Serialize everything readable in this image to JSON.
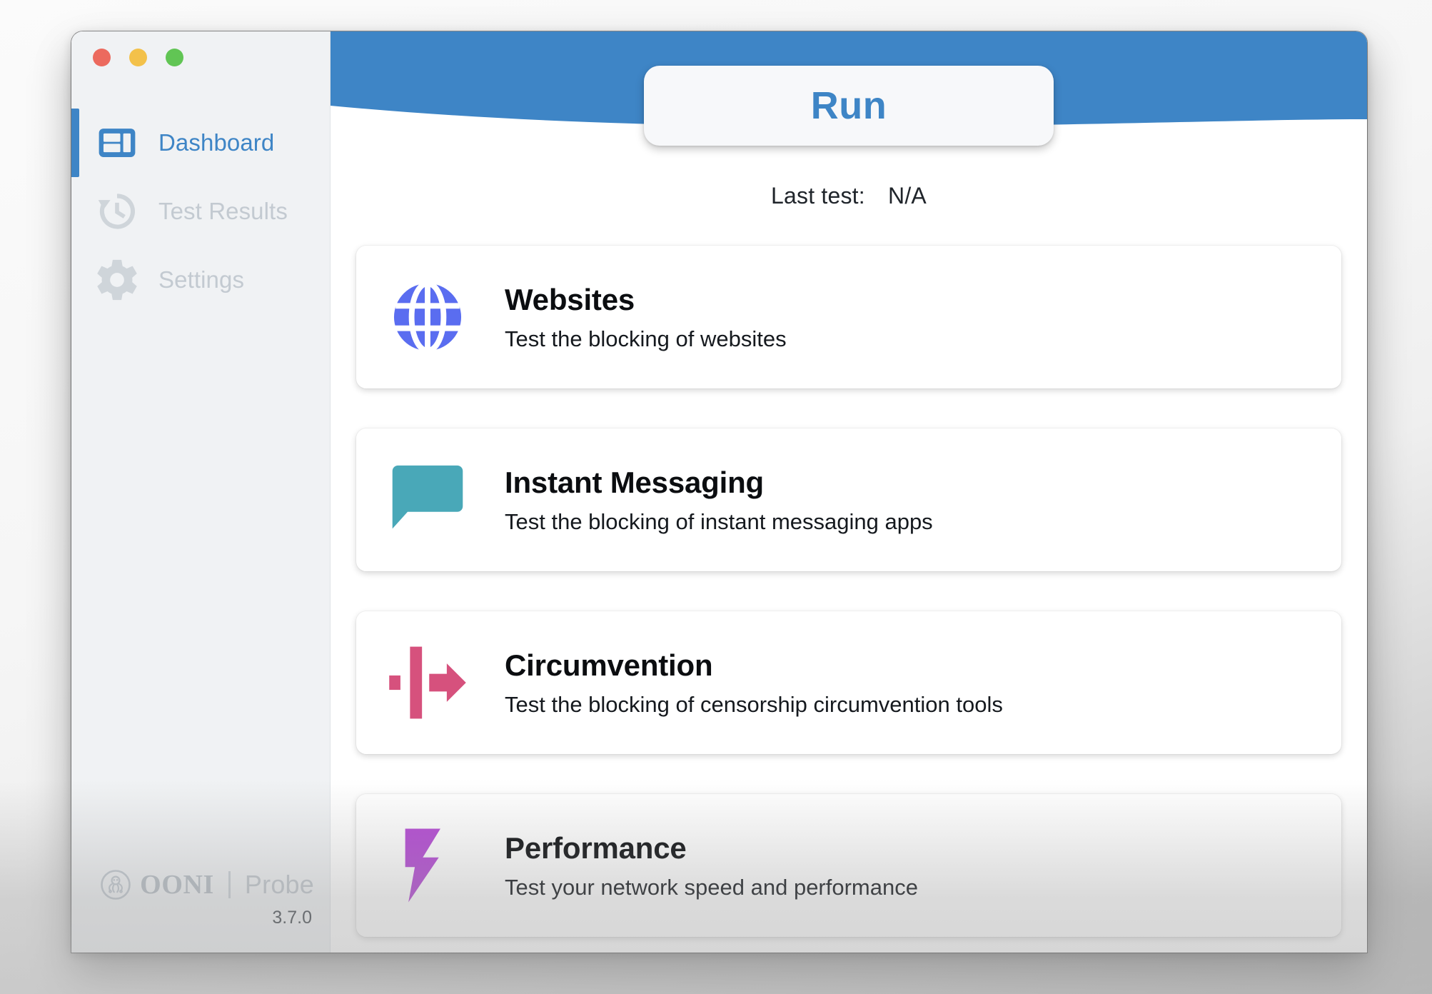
{
  "window": {
    "traffic_lights": [
      {
        "name": "close",
        "color": "#ec6a5e"
      },
      {
        "name": "minimize",
        "color": "#f3c14a"
      },
      {
        "name": "zoom",
        "color": "#61c554"
      }
    ]
  },
  "sidebar": {
    "items": [
      {
        "label": "Dashboard",
        "icon": "dashboard-icon",
        "active": true
      },
      {
        "label": "Test Results",
        "icon": "history-clock-icon",
        "active": false
      },
      {
        "label": "Settings",
        "icon": "gear-icon",
        "active": false
      }
    ],
    "footer": {
      "logo_mark": "ooni-octopus-icon",
      "brand": "OONI",
      "product": "Probe",
      "version": "3.7.0"
    }
  },
  "header": {
    "run_label": "Run",
    "last_test_label": "Last test:",
    "last_test_value": "N/A",
    "background_color": "#3e85c6",
    "run_text_color": "#3e85c6"
  },
  "cards": [
    {
      "title": "Websites",
      "description": "Test the blocking of websites",
      "icon": "globe-icon",
      "color": "#5a6df0"
    },
    {
      "title": "Instant Messaging",
      "description": "Test the blocking of instant messaging apps",
      "icon": "chat-bubble-icon",
      "color": "#49a8b8"
    },
    {
      "title": "Circumvention",
      "description": "Test the blocking of censorship circumvention tools",
      "icon": "circumvention-arrow-icon",
      "color": "#d6517d"
    },
    {
      "title": "Performance",
      "description": "Test your network speed and performance",
      "icon": "lightning-bolt-icon",
      "color": "#b44ad4"
    }
  ]
}
